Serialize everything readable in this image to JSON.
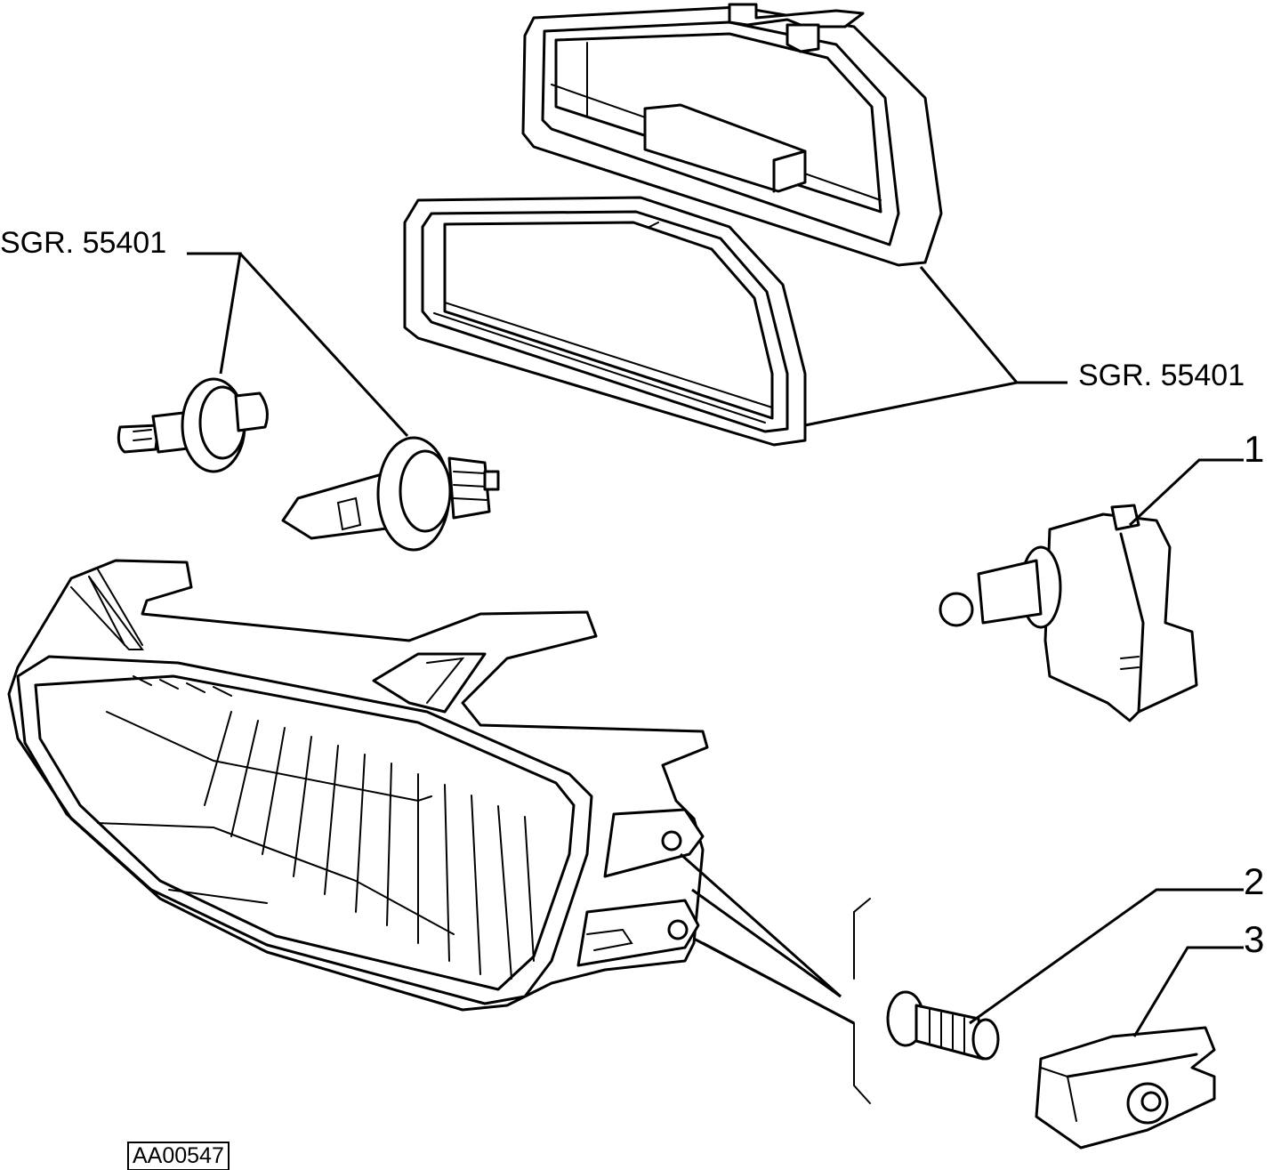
{
  "labels": {
    "sgr_left": "SGR. 55401",
    "sgr_right": "SGR. 55401",
    "callout_1": "1",
    "callout_2": "2",
    "callout_3": "3",
    "drawing_code": "AA00547"
  },
  "colors": {
    "line": "#000000",
    "background": "#ffffff"
  }
}
